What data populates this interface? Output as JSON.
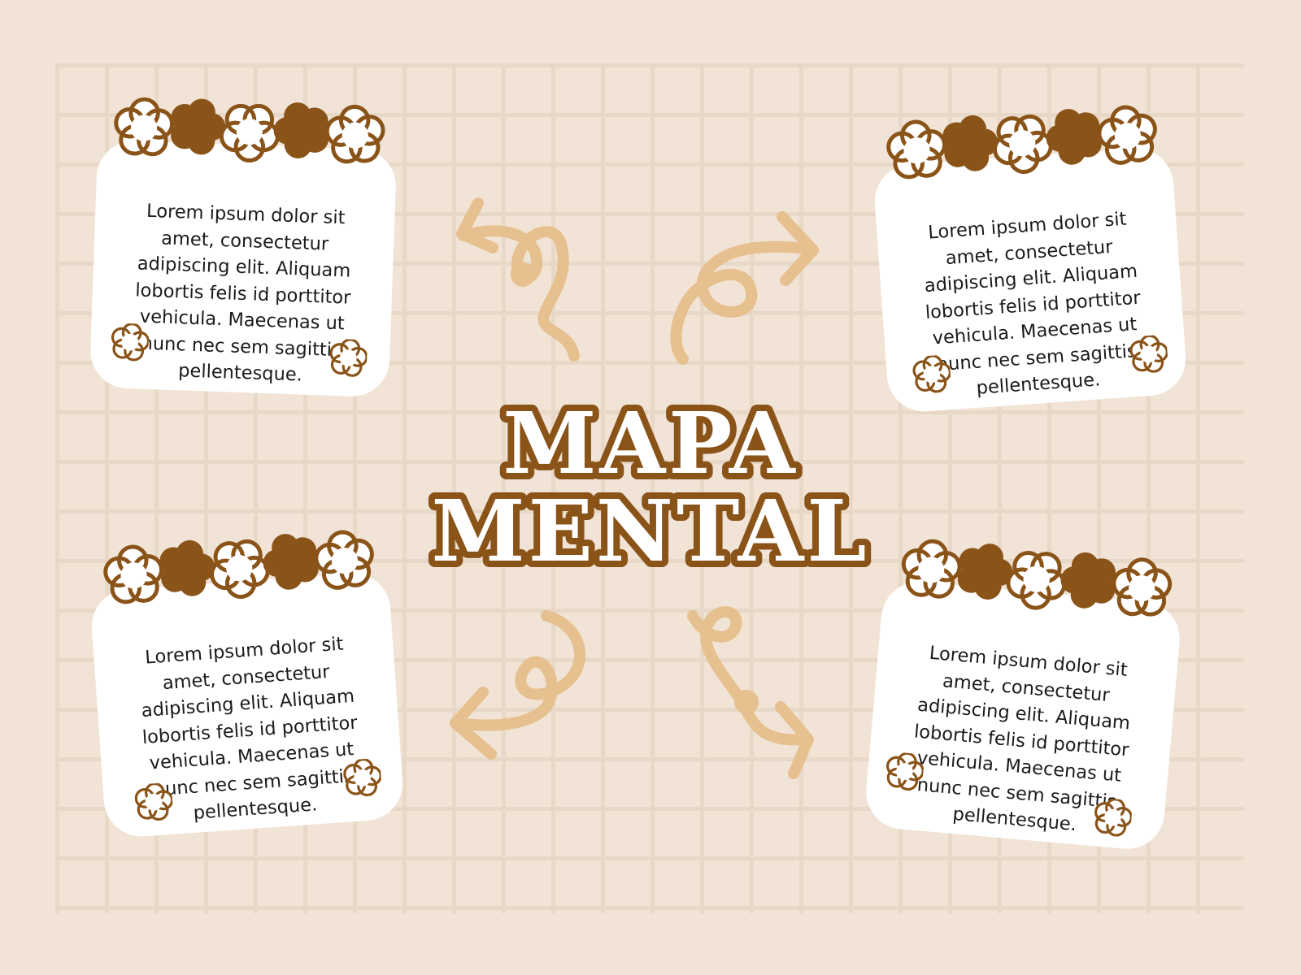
{
  "title": {
    "line1": "MAPA",
    "line2": "MENTAL"
  },
  "notes": [
    {
      "id": "top-left",
      "text": "Lorem ipsum dolor sit amet, consectetur adipiscing elit. Aliquam lobortis felis id porttitor vehicula. Maecenas ut nunc nec sem sagittis pellentesque."
    },
    {
      "id": "top-right",
      "text": "Lorem ipsum dolor sit amet, consectetur adipiscing elit. Aliquam lobortis felis id porttitor vehicula. Maecenas ut nunc nec sem sagittis pellentesque."
    },
    {
      "id": "bottom-left",
      "text": "Lorem ipsum dolor sit amet, consectetur adipiscing elit. Aliquam lobortis felis id porttitor vehicula. Maecenas ut nunc nec sem sagittis pellentesque."
    },
    {
      "id": "bottom-right",
      "text": "Lorem ipsum dolor sit amet, consectetur adipiscing elit. Aliquam lobortis felis id porttitor vehicula. Maecenas ut nunc nec sem sagittis pellentesque."
    }
  ],
  "icons": {
    "flower_outline": "flower-outline-icon",
    "flower_solid": "flower-solid-icon",
    "arrow": "curly-arrow-icon"
  },
  "colors": {
    "background": "#f1e4d6",
    "grid": "#e8d8c7",
    "card": "#ffffff",
    "brown": "#8a5318",
    "arrow": "#e6c08f",
    "text": "#1b1b1b"
  }
}
